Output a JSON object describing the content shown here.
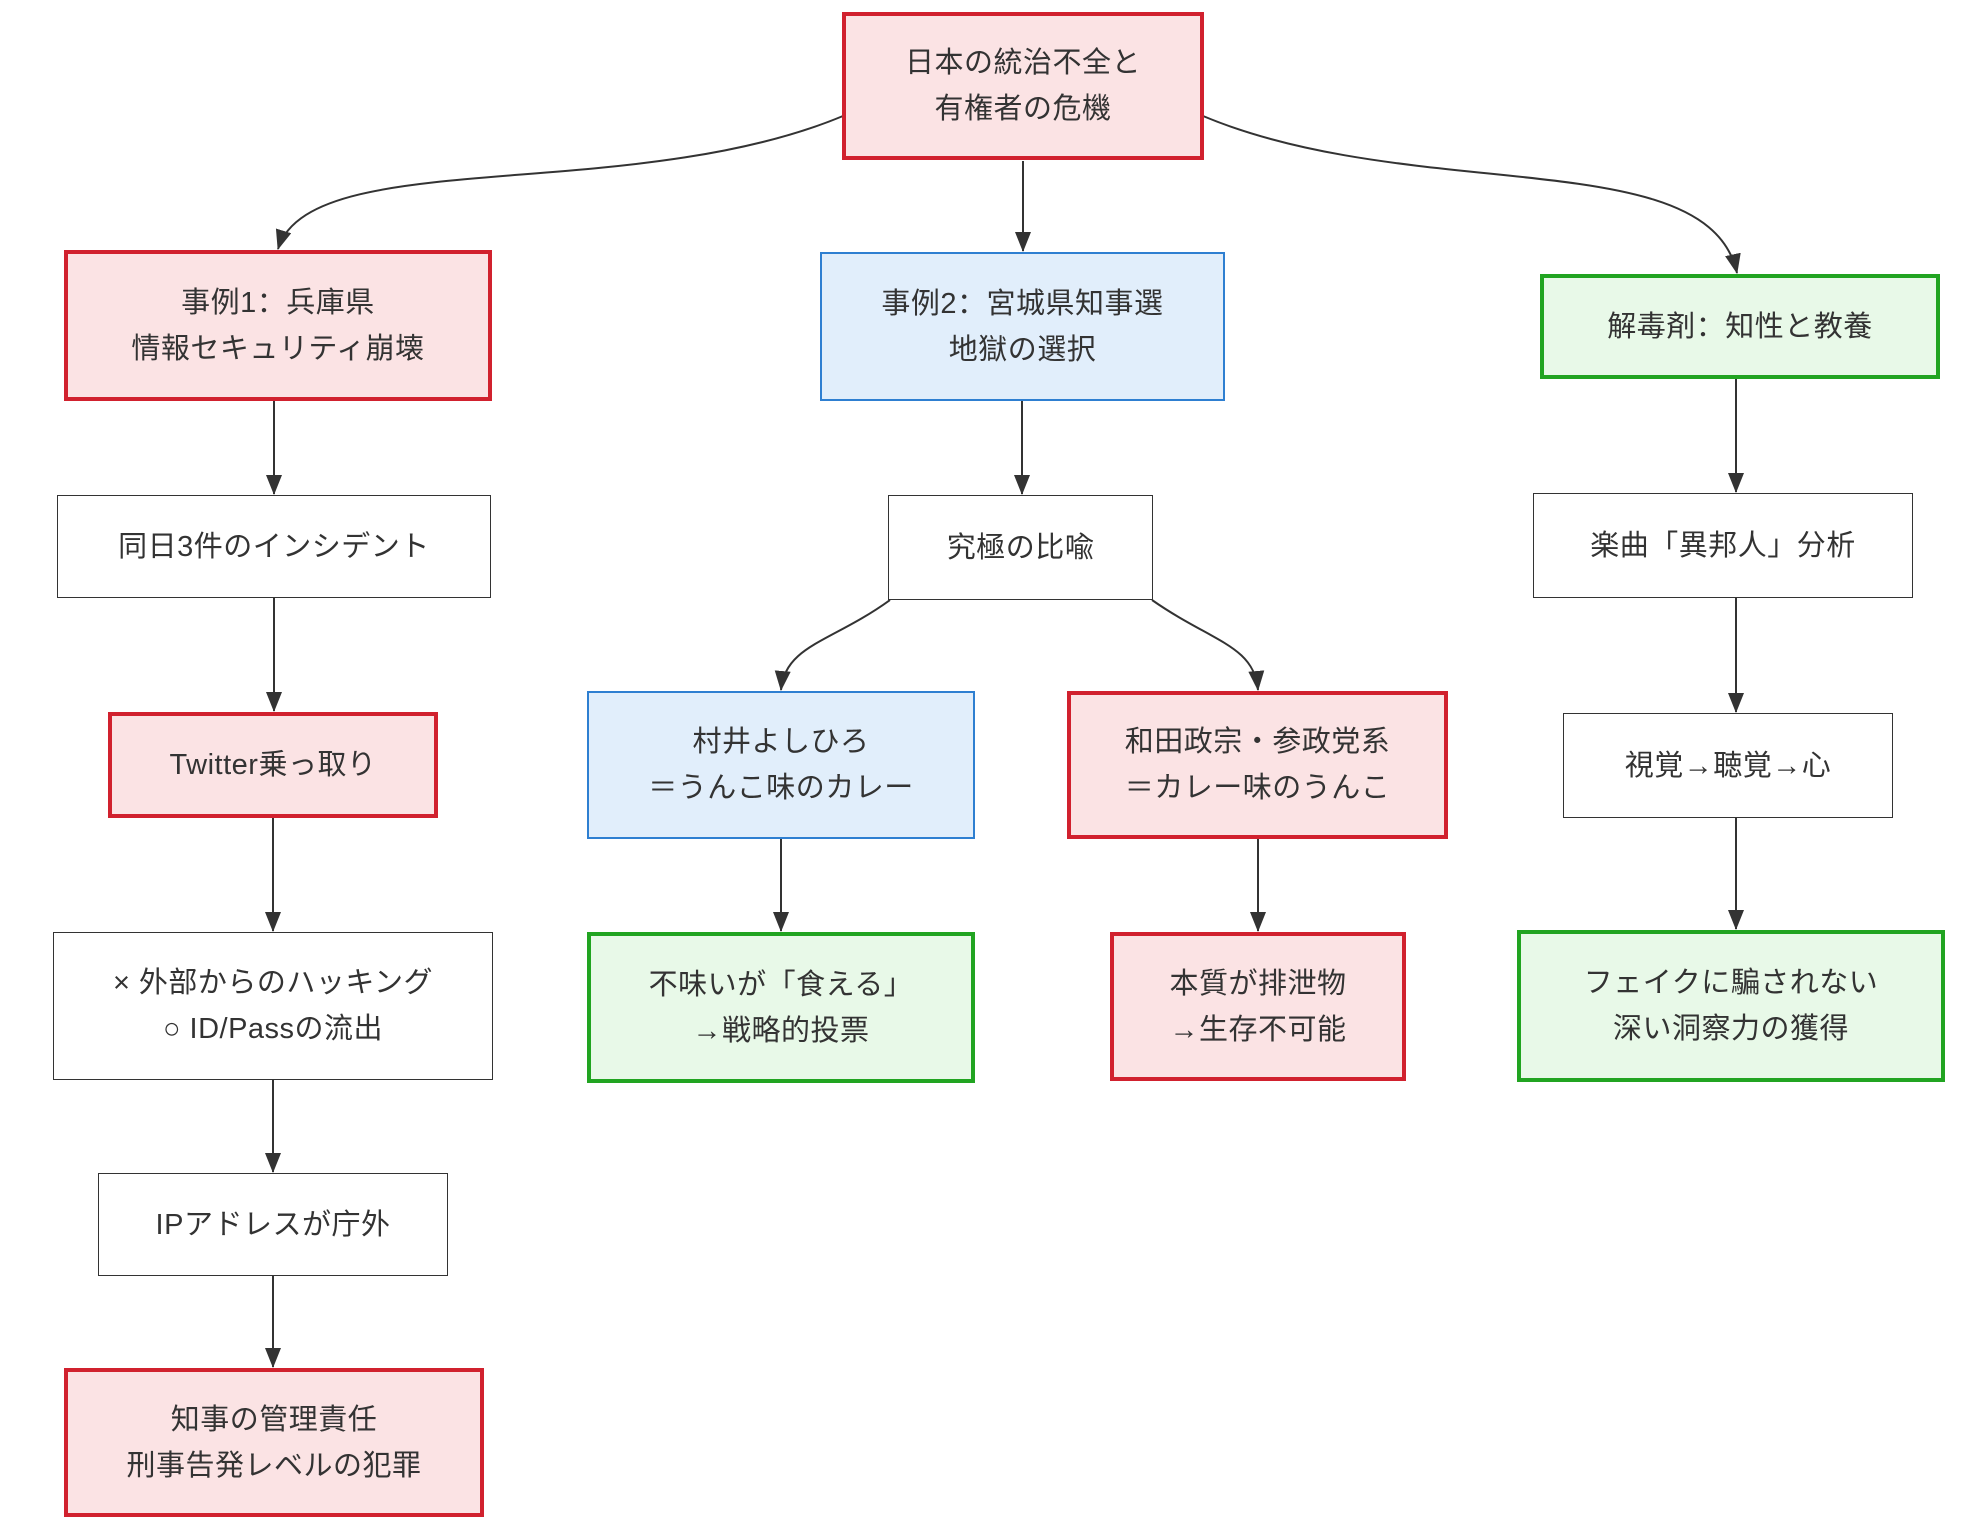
{
  "diagram": {
    "type": "flowchart",
    "direction": "top-down",
    "colors": {
      "red_border": "#d1212e",
      "red_fill": "#fbe3e4",
      "blue_border": "#2e7fd1",
      "blue_fill": "#e1eefb",
      "green_border": "#21a421",
      "green_fill": "#e8f9e8",
      "plain_border": "#333333",
      "plain_fill": "#ffffff",
      "edge": "#333333",
      "text": "#333333",
      "background": "#ffffff"
    },
    "nodes": [
      {
        "id": "root",
        "variant": "red",
        "label": "日本の統治不全と\n有権者の危機"
      },
      {
        "id": "case1",
        "variant": "red",
        "label": "事例1：兵庫県\n情報セキュリティ崩壊"
      },
      {
        "id": "case2",
        "variant": "blue",
        "label": "事例2：宮城県知事選\n地獄の選択"
      },
      {
        "id": "antidote",
        "variant": "green",
        "label": "解毒剤：知性と教養"
      },
      {
        "id": "incidents",
        "variant": "plain",
        "label": "同日3件のインシデント"
      },
      {
        "id": "twitter",
        "variant": "red",
        "label": "Twitter乗っ取り"
      },
      {
        "id": "hacking",
        "variant": "plain",
        "label": "× 外部からのハッキング\n○ ID/Passの流出"
      },
      {
        "id": "ip",
        "variant": "plain",
        "label": "IPアドレスが庁外"
      },
      {
        "id": "responsibility",
        "variant": "red",
        "label": "知事の管理責任\n刑事告発レベルの犯罪"
      },
      {
        "id": "metaphor",
        "variant": "plain",
        "label": "究極の比喩"
      },
      {
        "id": "murai",
        "variant": "blue",
        "label": "村井よしひろ\n＝うんこ味のカレー"
      },
      {
        "id": "wada",
        "variant": "red",
        "label": "和田政宗・参政党系\n＝カレー味のうんこ"
      },
      {
        "id": "edible",
        "variant": "green",
        "label": "不味いが「食える」\n→戦略的投票"
      },
      {
        "id": "inedible",
        "variant": "red",
        "label": "本質が排泄物\n→生存不可能"
      },
      {
        "id": "song",
        "variant": "plain",
        "label": "楽曲「異邦人」分析"
      },
      {
        "id": "senses",
        "variant": "plain",
        "label": "視覚→聴覚→心"
      },
      {
        "id": "insight",
        "variant": "green",
        "label": "フェイクに騙されない\n深い洞察力の獲得"
      }
    ],
    "edges": [
      {
        "from": "root",
        "to": "case1"
      },
      {
        "from": "root",
        "to": "case2"
      },
      {
        "from": "root",
        "to": "antidote"
      },
      {
        "from": "case1",
        "to": "incidents"
      },
      {
        "from": "incidents",
        "to": "twitter"
      },
      {
        "from": "twitter",
        "to": "hacking"
      },
      {
        "from": "hacking",
        "to": "ip"
      },
      {
        "from": "ip",
        "to": "responsibility"
      },
      {
        "from": "case2",
        "to": "metaphor"
      },
      {
        "from": "metaphor",
        "to": "murai"
      },
      {
        "from": "metaphor",
        "to": "wada"
      },
      {
        "from": "murai",
        "to": "edible"
      },
      {
        "from": "wada",
        "to": "inedible"
      },
      {
        "from": "antidote",
        "to": "song"
      },
      {
        "from": "song",
        "to": "senses"
      },
      {
        "from": "senses",
        "to": "insight"
      }
    ]
  }
}
